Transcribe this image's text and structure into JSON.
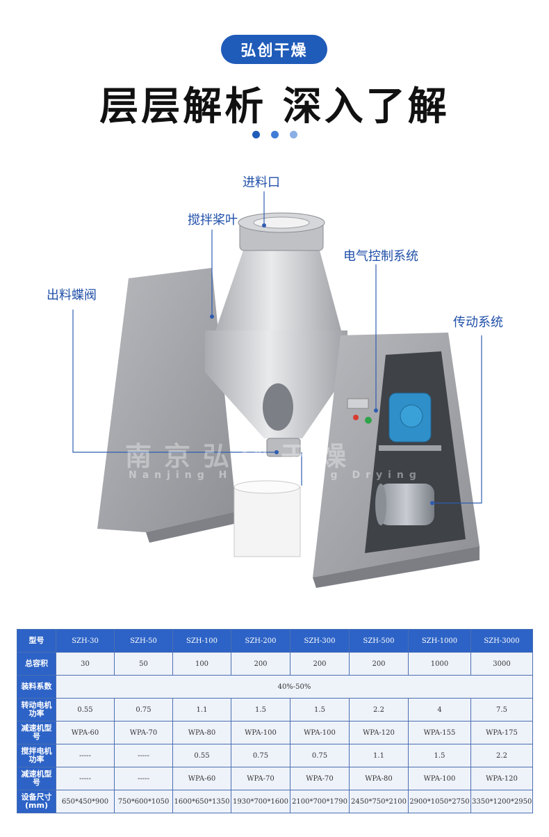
{
  "header": {
    "badge": "弘创干燥",
    "title": "层层解析 深入了解"
  },
  "callouts": {
    "feed_inlet": "进料口",
    "stirring_blade": "搅拌桨叶",
    "discharge_valve": "出料蝶阀",
    "electric_control": "电气控制系统",
    "transmission": "传动系统"
  },
  "watermark": {
    "brand_cn": "南京弘创干燥",
    "brand_en": "Nanjing Hongchuang Drying"
  },
  "colors": {
    "primary_blue": "#1f5bb8",
    "table_header": "#2d63c6",
    "machine_steel": "#c9c9cc",
    "motor_blue": "#2f8fc9"
  },
  "table": {
    "row_labels": [
      "型号",
      "总容积",
      "装料系数",
      "转动电机功率",
      "减速机型号",
      "搅拌电机功率",
      "减速机型号",
      "设备尺寸(mm)"
    ],
    "models": [
      "SZH-30",
      "SZH-50",
      "SZH-100",
      "SZH-200",
      "SZH-300",
      "SZH-500",
      "SZH-1000",
      "SZH-3000"
    ],
    "volume": [
      "30",
      "50",
      "100",
      "200",
      "200",
      "200",
      "1000",
      "3000"
    ],
    "fill_coefficient": "40%-50%",
    "rot_motor_power": [
      "0.55",
      "0.75",
      "1.1",
      "1.5",
      "1.5",
      "2.2",
      "4",
      "7.5"
    ],
    "reducer1": [
      "WPA-60",
      "WPA-70",
      "WPA-80",
      "WPA-100",
      "WPA-100",
      "WPA-120",
      "WPA-155",
      "WPA-175"
    ],
    "stir_motor_power": [
      "-----",
      "-----",
      "0.55",
      "0.75",
      "0.75",
      "1.1",
      "1.5",
      "2.2"
    ],
    "reducer2": [
      "-----",
      "-----",
      "WPA-60",
      "WPA-70",
      "WPA-70",
      "WPA-80",
      "WPA-100",
      "WPA-120"
    ],
    "dimensions": [
      "650*450*900",
      "750*600*1050",
      "1600*650*1350",
      "1930*700*1600",
      "2100*700*1790",
      "2450*750*2100",
      "2900*1050*2750",
      "3350*1200*2950"
    ]
  }
}
